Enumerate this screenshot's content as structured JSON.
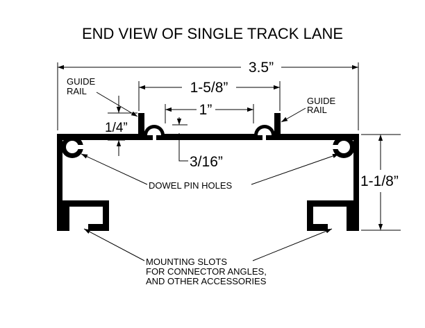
{
  "title": "END VIEW OF SINGLE TRACK LANE",
  "dimensions": {
    "overall_width": "3.5”",
    "rail_spacing": "1-5/8”",
    "groove_spacing": "1”",
    "rail_height": "1/4”",
    "groove_depth": "3/16”",
    "overall_height": "1-1/8”"
  },
  "labels": {
    "guide_rail_left": [
      "GUIDE",
      "RAIL"
    ],
    "guide_rail_right": [
      "GUIDE",
      "RAIL"
    ],
    "dowel_pin_holes": "DOWEL PIN HOLES",
    "mounting_slots": [
      "MOUNTING SLOTS",
      "FOR CONNECTOR ANGLES,",
      "AND OTHER ACCESSORIES"
    ]
  },
  "colors": {
    "ink": "#000000",
    "background": "#ffffff"
  }
}
